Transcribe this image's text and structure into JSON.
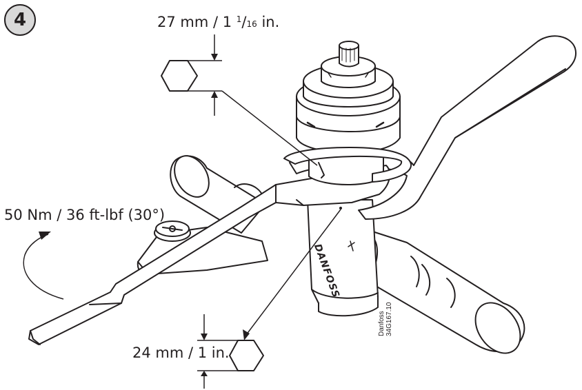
{
  "step": {
    "number": "4"
  },
  "dimensions": {
    "top_metric": "27 mm / 1 ",
    "top_frac_num": "1",
    "top_frac_den": "16",
    "top_unit": " in.",
    "bottom": "24 mm / 1 in."
  },
  "torque": {
    "label": "50 Nm / 36 ft-lbf (30°)"
  },
  "product": {
    "brand": "DANFOSS"
  },
  "reference": {
    "line1": "Danfoss",
    "line2": "34G167.10"
  },
  "colors": {
    "ink": "#231f20",
    "badge_fill": "#d9d9d9",
    "fill": "#ffffff"
  }
}
